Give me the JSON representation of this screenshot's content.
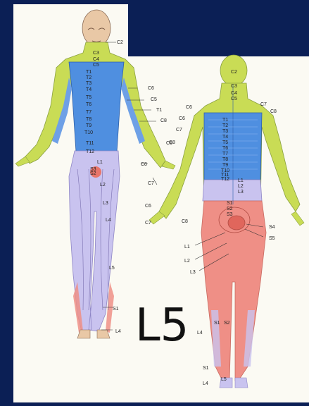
{
  "slide": {
    "big_label": "L5",
    "colors": {
      "background": "#0b1f55",
      "paper": "#fbfaf3",
      "cervical_green": "#c9dc55",
      "thoracic_blue": "#4f8fe0",
      "lumbar_lavender": "#c9c3ef",
      "sacral_red": "#ef8f86"
    }
  },
  "front_figure": {
    "labels": [
      "C2",
      "C3",
      "C4",
      "C5",
      "T1",
      "T2",
      "T3",
      "T4",
      "T5",
      "T6",
      "T7",
      "T8",
      "T9",
      "T10",
      "T11",
      "T12",
      "C6",
      "C5",
      "T1",
      "C8",
      "C6",
      "C8",
      "C7",
      "S2",
      "S3",
      "L1",
      "L2",
      "L3",
      "L4",
      "L5",
      "S1",
      "L4"
    ]
  },
  "back_figure": {
    "labels": [
      "C2",
      "C3",
      "C4",
      "C5",
      "C6",
      "C7",
      "C8",
      "T1",
      "T2",
      "T3",
      "T4",
      "T5",
      "T6",
      "T7",
      "T8",
      "T9",
      "T10",
      "T11",
      "T12",
      "C6",
      "C7",
      "C8",
      "C6",
      "C7",
      "C8",
      "L1",
      "L2",
      "L3",
      "S1",
      "S2",
      "S3",
      "S4",
      "S5",
      "L1",
      "L2",
      "L3",
      "S1",
      "S2",
      "L4",
      "S1",
      "L4",
      "L5"
    ]
  }
}
